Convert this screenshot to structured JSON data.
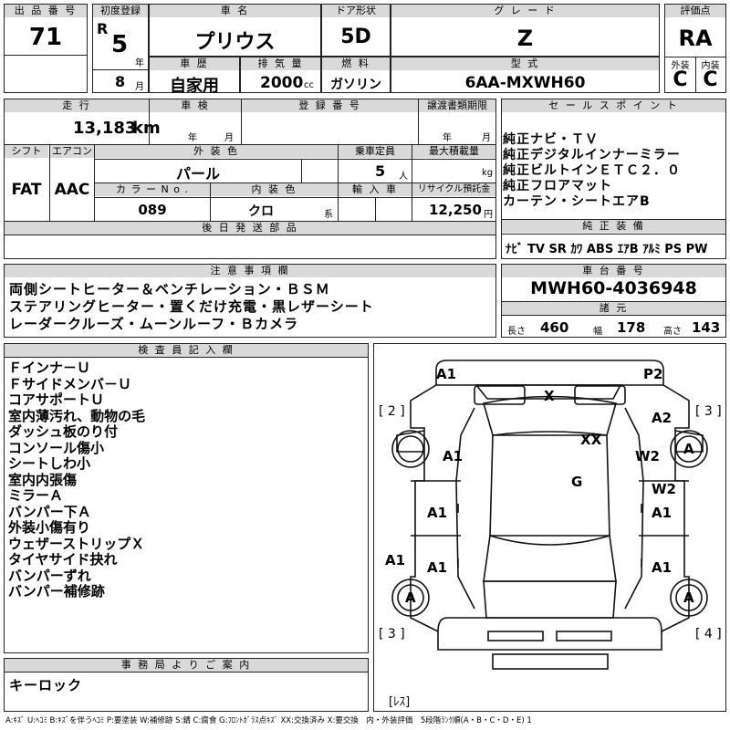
{
  "labels": {
    "lot_no": "出 品 番 号",
    "first_reg": "初度登録",
    "car_name": "車 名",
    "door": "ドア形状",
    "grade": "グ レ ー ド",
    "score": "評価点",
    "history": "車 歴",
    "displacement": "排 気 量",
    "fuel": "燃 料",
    "model_type": "型 式",
    "ext": "外装",
    "int": "内装",
    "mileage": "走 行",
    "inspection": "車 検",
    "reg_no": "登 録 番 号",
    "transfer_docs": "譲渡書類期限",
    "sales_points": "セ ー ル ス ポ イ ン ト",
    "shift": "シフト",
    "aircon": "エアコン",
    "ext_color": "外 装 色",
    "capacity": "乗車定員",
    "max_load": "最大積載量",
    "color_no": "カ ラ ー N o .",
    "int_color": "内 装 色",
    "import": "輸 入 車",
    "recycle": "リサイクル預託金",
    "later_parts": "後 日 発 送 部 品",
    "std_equipment": "純 正 装 備",
    "notes": "注 意 事 項 欄",
    "chassis_no": "車 台 番 号",
    "specs": "諸 元",
    "inspector": "検 査 員 記 入 欄",
    "office": "事 務 局 よ り ご 案 内",
    "year_unit": "年",
    "month_unit": "月",
    "cc_unit": "cc",
    "km_unit": "km",
    "person_unit": "人",
    "kg_unit": "kg",
    "yen_unit": "円",
    "kei_unit": "系",
    "length": "長さ",
    "width": "幅",
    "height": "高さ",
    "r_mark": "R"
  },
  "values": {
    "lot_no": "71",
    "reg_year": "5",
    "reg_month": "8",
    "car_name": "プリウス",
    "door": "5D",
    "grade": "Z",
    "score": "RA",
    "history": "自家用",
    "displacement": "2000",
    "fuel": "ガソリン",
    "model_type": "6AA-MXWH60",
    "ext_score": "C",
    "int_score": "C",
    "mileage": "13,183",
    "shift": "FAT",
    "aircon": "AAC",
    "ext_color": "パール",
    "capacity": "5",
    "color_no": "089",
    "int_color": "クロ",
    "recycle": "12,250",
    "chassis_no": "MWH60-4036948",
    "length": "460",
    "width": "178",
    "height": "143",
    "std_equipment": "ﾅﾋﾞ TV SR ｶﾜ ABS ｴｱB ｱﾙﾐ PS PW"
  },
  "sales_points": [
    "純正ナビ・ＴＶ",
    "純正デジタルインナーミラー",
    "純正ビルトインＥＴＣ２．０",
    "純正フロアマット",
    "カーテン・シートエアB"
  ],
  "notes": [
    "両側シートヒーター＆ベンチレーション・ＢＳＭ",
    "ステアリングヒーター・置くだけ充電・黒レザーシート",
    "レーダークルーズ・ムーンルーフ・Ｂカメラ"
  ],
  "inspector_notes": [
    "Ｆインナ－Ｕ",
    "Ｆサイドメンバ－Ｕ",
    "コアサポートＵ",
    "室内薄汚れ、動物の毛",
    "ダッシュ板のり付",
    "コンソール傷小",
    "シートしわ小",
    "室内内張傷",
    "ミラーＡ",
    "バンパー下Ａ",
    "外装小傷有り",
    "ウェザーストリップＸ",
    "タイヤサイド抉れ",
    "バンパーずれ",
    "バンパー補修跡"
  ],
  "office_note": "キーロック",
  "legend": "A:ｷｽﾞ U:ﾍｺﾐ B:ｷｽﾞを伴うﾍｺﾐ P:要塗装 W:補修跡 S:錆 C:腐食 G:ﾌﾛﾝﾄｶﾞﾗｽ点ｷｽﾞ XX:交換済み X:要交換　内・外装評価　5段階ﾗﾝｸ順(A・B・C・D・E) 1",
  "diagram": {
    "corner_marks": [
      "[ 2 ]",
      "[ 3 ]",
      "[ 3 ]",
      "[ 4 ]",
      "[ﾚｽ]"
    ],
    "marks": [
      "A1",
      "P2",
      "X",
      "A2",
      "XX",
      "A1",
      "W2",
      "A",
      "G",
      "A1",
      "W2",
      "A1",
      "A1",
      "A1",
      "A1",
      "A",
      "A"
    ]
  }
}
